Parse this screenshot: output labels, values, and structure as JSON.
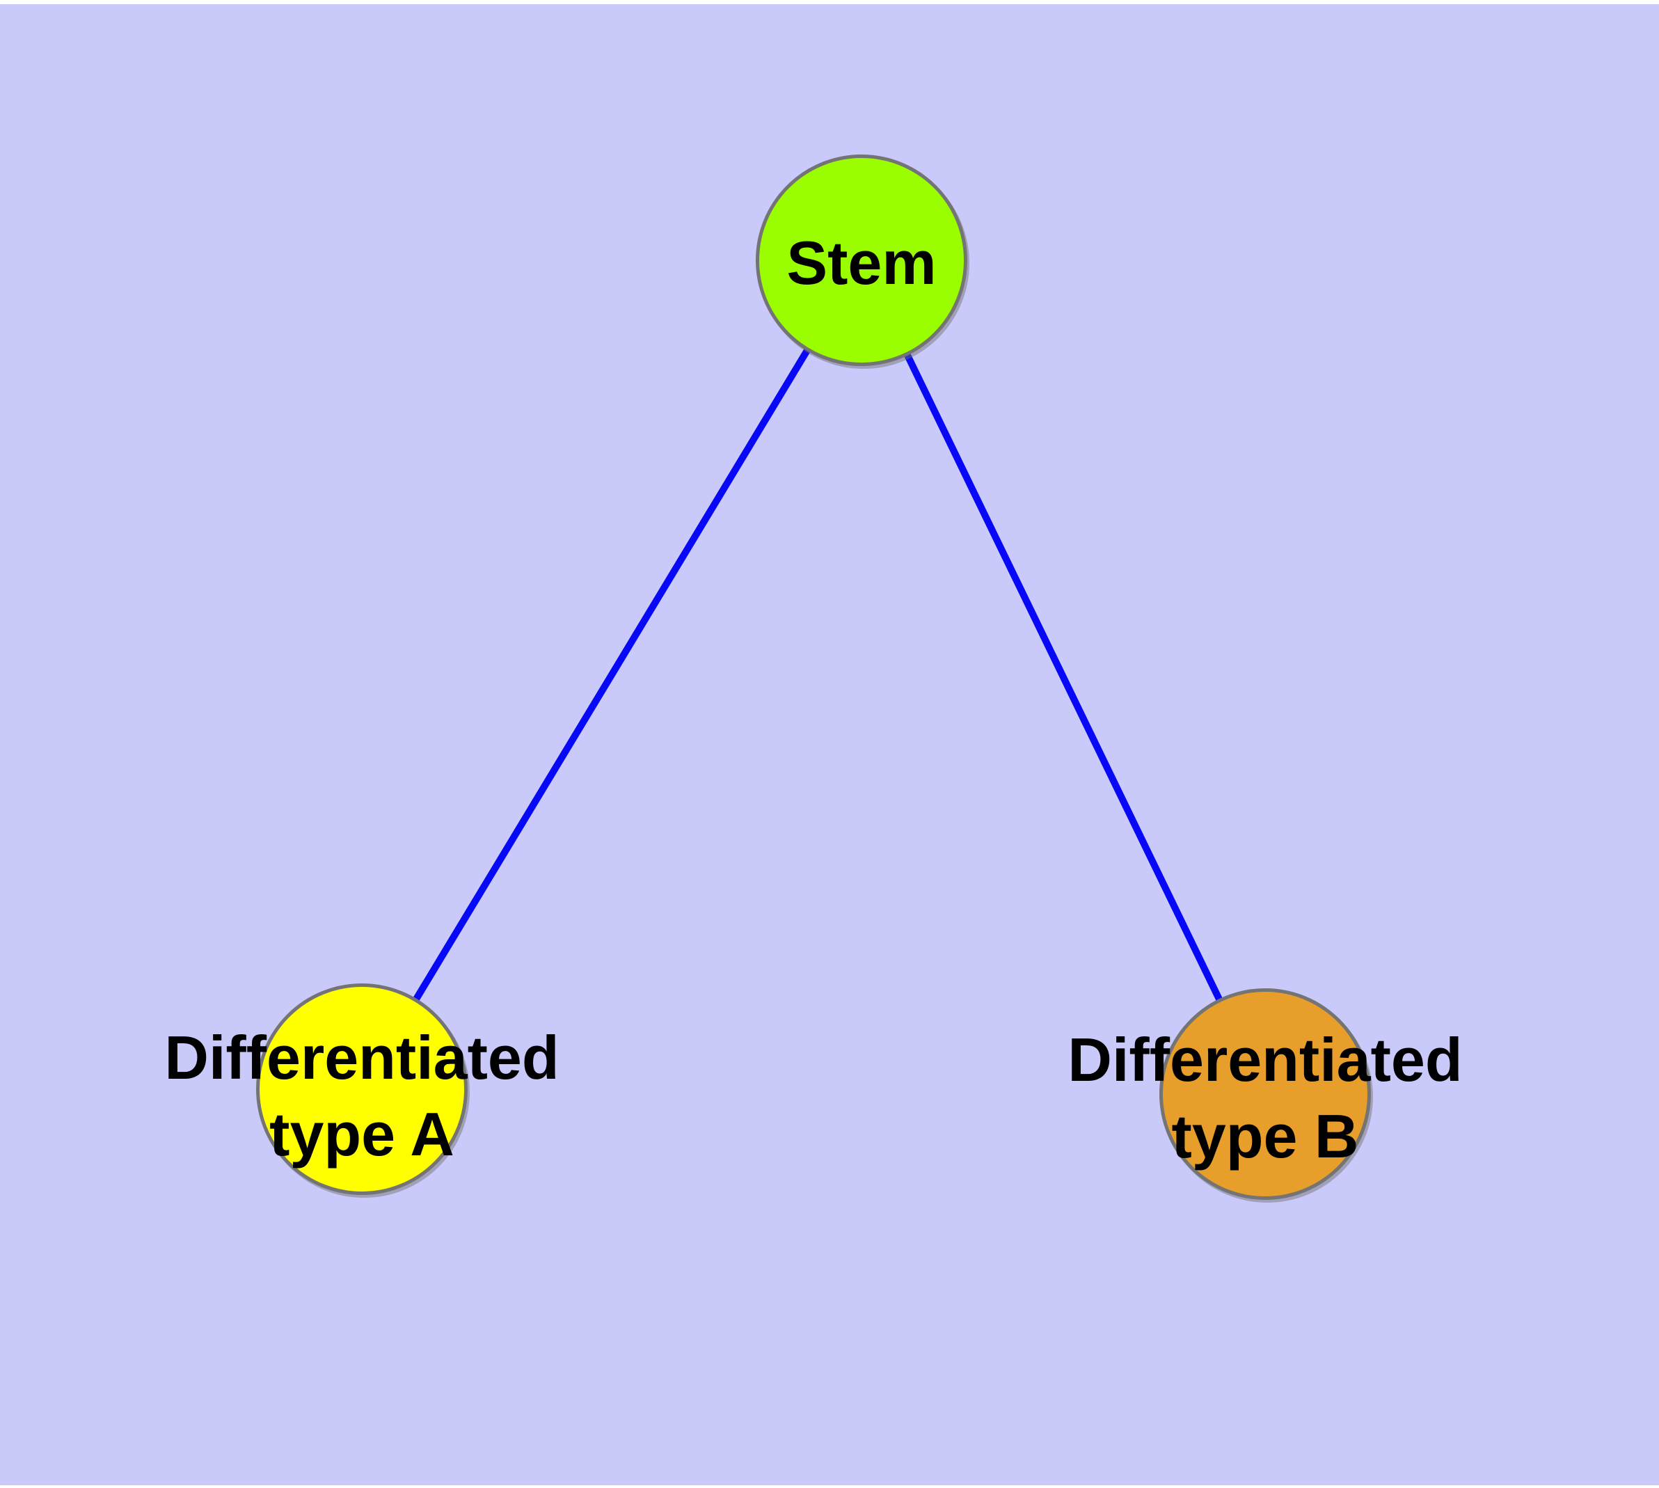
{
  "diagram": {
    "type": "node-link-graph",
    "background_color": "#C9C9FA",
    "page_border_color": "#FFFFFF",
    "node_border_color": "#747474",
    "edge_color": "#0808F8",
    "label_color": "#000000",
    "nodes": [
      {
        "id": "stem",
        "label": "Stem",
        "fill": "#9AFE00",
        "shape": "circle"
      },
      {
        "id": "type-a",
        "label": "Differentiated\ntype A",
        "fill": "#FFFF00",
        "shape": "circle"
      },
      {
        "id": "type-b",
        "label": "Differentiated\ntype B",
        "fill": "#E89E2A",
        "shape": "circle"
      }
    ],
    "edges": [
      {
        "from": "stem",
        "to": "type-a"
      },
      {
        "from": "stem",
        "to": "type-b"
      }
    ]
  }
}
